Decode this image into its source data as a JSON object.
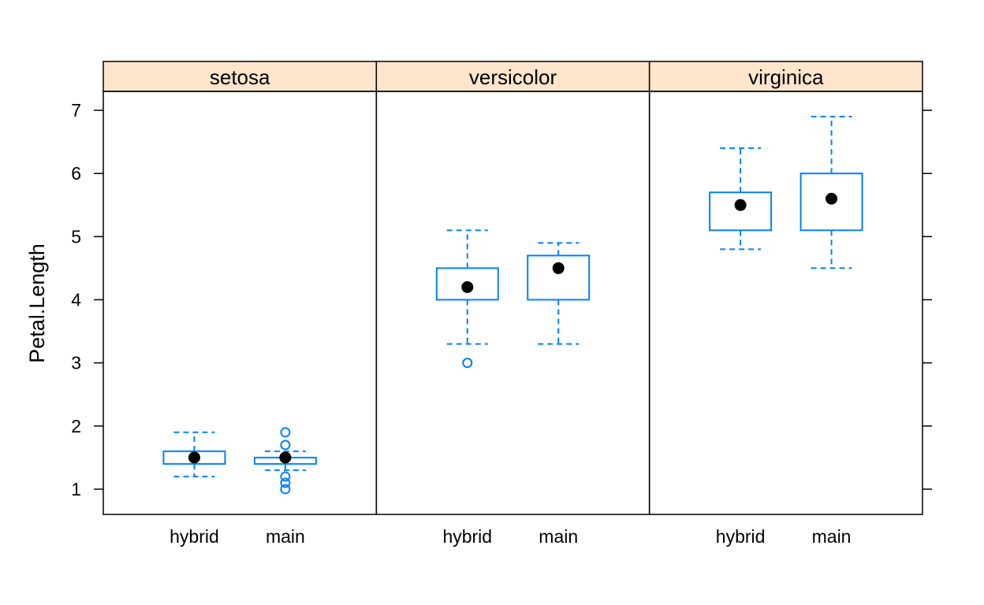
{
  "chart_data": {
    "type": "boxplot",
    "ylabel": "Petal.Length",
    "xlabel": "",
    "ylim": [
      0.6,
      7.3
    ],
    "yticks": [
      1,
      2,
      3,
      4,
      5,
      6,
      7
    ],
    "categories": [
      "hybrid",
      "main"
    ],
    "colors": {
      "box": "#0080ff",
      "median_dot": "#000000",
      "strip_bg": "#ffe5cc",
      "frame": "#000000"
    },
    "panels": [
      {
        "name": "setosa",
        "groups": [
          {
            "category": "hybrid",
            "whisker_low": 1.2,
            "q1": 1.4,
            "median": 1.5,
            "q3": 1.6,
            "whisker_high": 1.9,
            "outliers": []
          },
          {
            "category": "main",
            "whisker_low": 1.3,
            "q1": 1.4,
            "median": 1.5,
            "q3": 1.5,
            "whisker_high": 1.6,
            "outliers": [
              1.0,
              1.1,
              1.2,
              1.7,
              1.9
            ]
          }
        ]
      },
      {
        "name": "versicolor",
        "groups": [
          {
            "category": "hybrid",
            "whisker_low": 3.3,
            "q1": 4.0,
            "median": 4.2,
            "q3": 4.5,
            "whisker_high": 5.1,
            "outliers": [
              3.0
            ]
          },
          {
            "category": "main",
            "whisker_low": 3.3,
            "q1": 4.0,
            "median": 4.5,
            "q3": 4.7,
            "whisker_high": 4.9,
            "outliers": []
          }
        ]
      },
      {
        "name": "virginica",
        "groups": [
          {
            "category": "hybrid",
            "whisker_low": 4.8,
            "q1": 5.1,
            "median": 5.5,
            "q3": 5.7,
            "whisker_high": 6.4,
            "outliers": []
          },
          {
            "category": "main",
            "whisker_low": 4.5,
            "q1": 5.1,
            "median": 5.6,
            "q3": 6.0,
            "whisker_high": 6.9,
            "outliers": []
          }
        ]
      }
    ]
  }
}
